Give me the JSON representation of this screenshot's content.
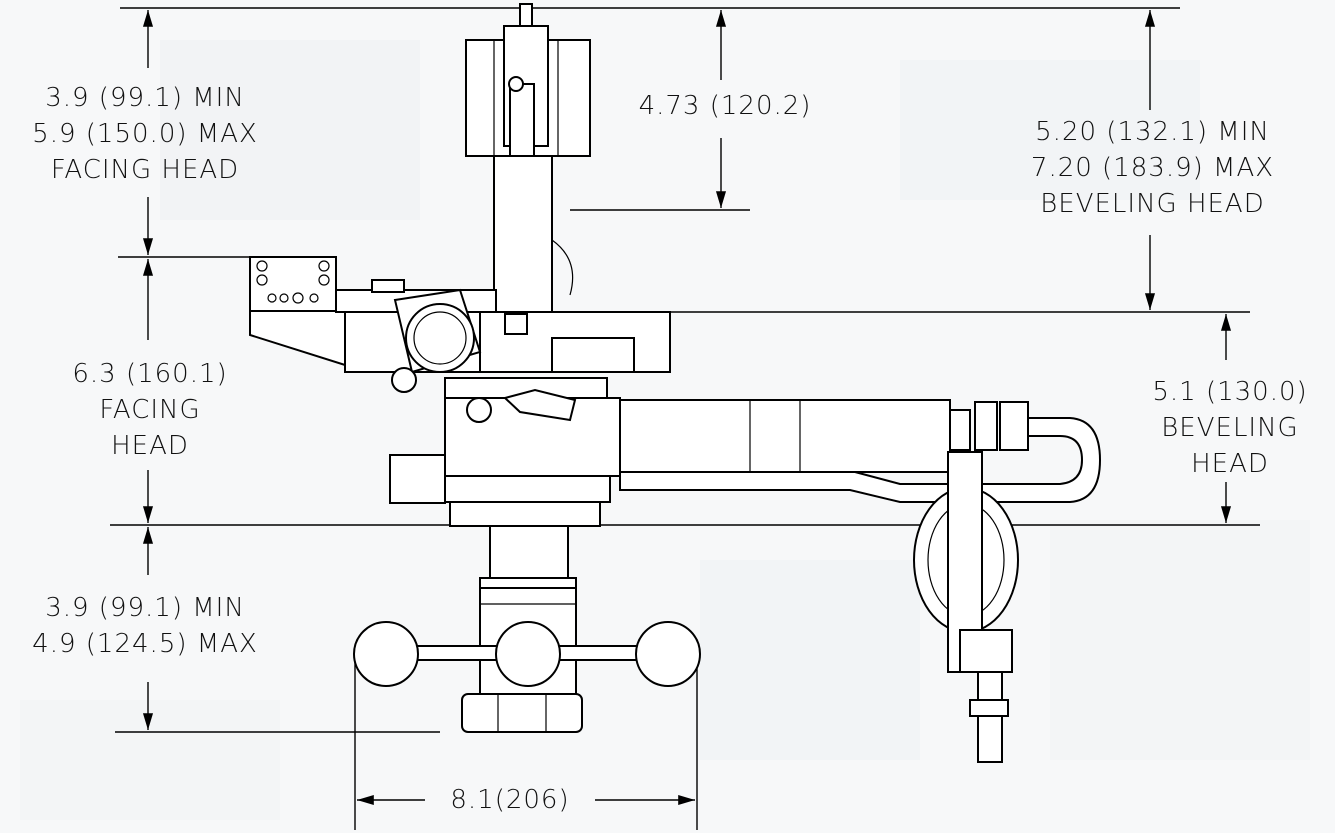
{
  "dimensions": {
    "facing_head_top": {
      "line1": "3.9 (99.1) MIN",
      "line2": "5.9 (150.0) MAX",
      "line3": "FACING HEAD"
    },
    "center_top": {
      "line1": "4.73 (120.2)"
    },
    "beveling_head_top": {
      "line1": "5.20 (132.1) MIN",
      "line2": "7.20 (183.9) MAX",
      "line3": "BEVELING HEAD"
    },
    "facing_head_mid": {
      "line1": "6.3 (160.1)",
      "line2": "FACING",
      "line3": "HEAD"
    },
    "beveling_head_mid": {
      "line1": "5.1 (130.0)",
      "line2": "BEVELING",
      "line3": "HEAD"
    },
    "bottom_left": {
      "line1": "3.9 (99.1) MIN",
      "line2": "4.9 (124.5) MAX"
    },
    "width": {
      "line1": "8.1(206)"
    }
  },
  "colors": {
    "background": "#f7f8f9",
    "line": "#000000"
  }
}
